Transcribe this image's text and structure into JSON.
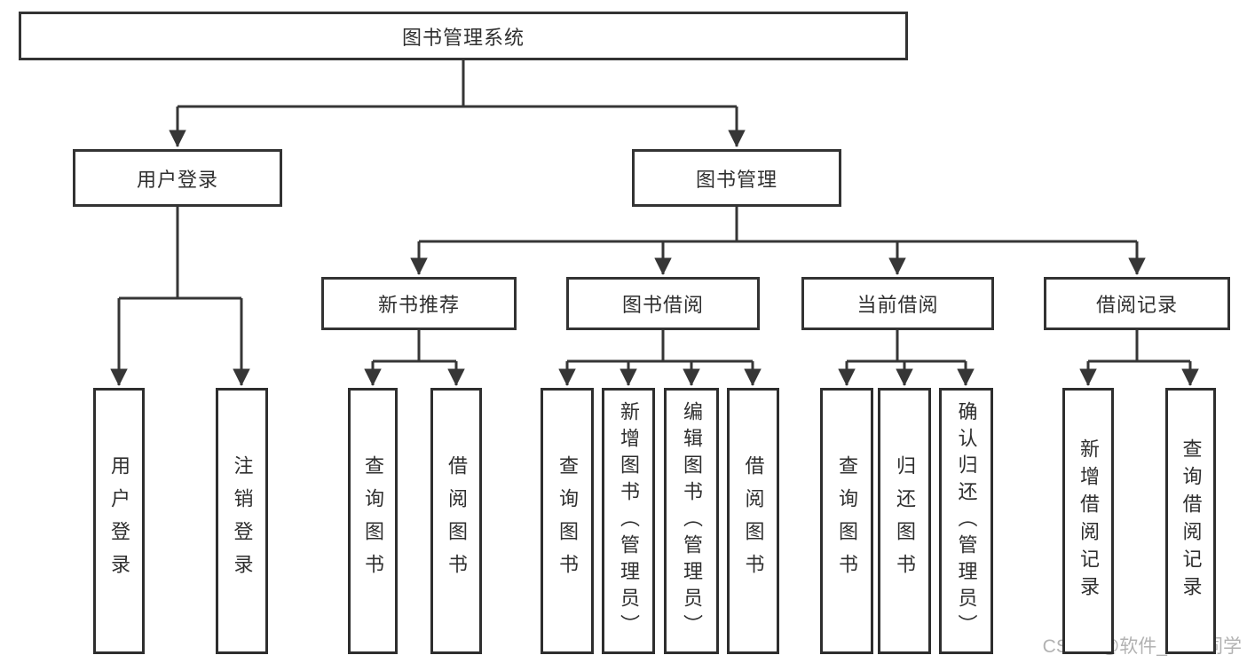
{
  "diagram": {
    "root": {
      "label": "图书管理系统"
    },
    "level2": [
      {
        "label": "用户登录"
      },
      {
        "label": "图书管理"
      }
    ],
    "level3": [
      {
        "label": "新书推荐"
      },
      {
        "label": "图书借阅"
      },
      {
        "label": "当前借阅"
      },
      {
        "label": "借阅记录"
      }
    ],
    "leaves": {
      "login": [
        "用户登录",
        "注销登录"
      ],
      "recommend": [
        "查询图书",
        "借阅图书"
      ],
      "borrow": [
        "查询图书",
        "新增图书（管理员）",
        "编辑图书（管理员）",
        "借阅图书"
      ],
      "current": [
        "查询图书",
        "归还图书",
        "确认归还（管理员）"
      ],
      "records": [
        "新增借阅记录",
        "查询借阅记录"
      ]
    },
    "colors": {
      "line": "#363636",
      "border": "#2e2e2e",
      "text": "#2f2f2f",
      "watermark_text": "#b2b2b2",
      "background": "#ffffff"
    }
  },
  "watermark": {
    "text": "CSDN @软件_小贺同学"
  }
}
